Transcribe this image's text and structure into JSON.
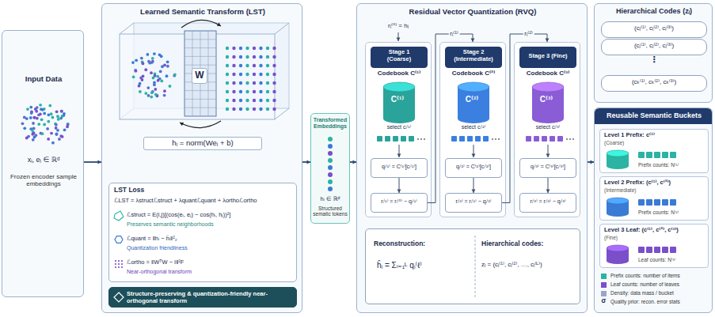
{
  "diagram": {
    "nodes": [
      {
        "text": [
          "Input Data",
          "xᵢ, eᵢ ∈ ℝᵈ",
          "Frozen encoder sample embeddings"
        ]
      },
      {
        "text": [
          "Learned Semantic Transform (LST)",
          "hᵢ = norm(Weᵢ + b)"
        ]
      },
      {
        "text": [
          "LST Loss",
          "ℒLST = λstructℒstruct + λquantℒquant + λorthoℒortho",
          "ℒstruct = E(i,j)[(cos(eᵢ, eⱼ) − cos(hᵢ, hⱼ))²]",
          "Preserves semantic neighborhoods",
          "ℒquant = ‖hᵢ − ĥᵢ‖²₂",
          "Quantization friendliness",
          "ℒortho = ‖WᵀW − I‖²F",
          "Near-orthogonal transform"
        ],
        "in": 1
      },
      {
        "text": [
          "Structure-preserving & quantization-friendly near-orthogonal transform"
        ],
        "in": 1
      },
      {
        "text": [
          "Transformed Embeddings",
          "hᵢ ∈ ℝᵈ",
          "Structured sematic tokens"
        ]
      },
      {
        "text": [
          "Residual Vector Quantization (RVQ)",
          "rᵢ⁽⁰⁾ = hᵢ"
        ]
      },
      {
        "text": [
          "Codebook C⁽¹⁾",
          "select cᵢ⁽¹⁾"
        ],
        "in": 5
      },
      {
        "text": [
          "Stage 1 (Coarse)"
        ],
        "in": 6
      },
      {
        "text": [
          "qᵢ⁽¹⁾ = C⁽¹⁾[cᵢ⁽¹⁾]"
        ],
        "in": 6
      },
      {
        "text": [
          "rᵢ⁽¹⁾ = rᵢ⁽⁰⁾ − qᵢ⁽¹⁾"
        ],
        "in": 6
      },
      {
        "text": [
          "Codebook C⁽²⁾",
          "select cᵢ⁽²⁾"
        ],
        "in": 5
      },
      {
        "text": [
          "Stage 2 (Intermediate)"
        ],
        "in": 10
      },
      {
        "text": [
          "qᵢ⁽²⁾ = C⁽²⁾[cᵢ⁽²⁾]"
        ],
        "in": 10
      },
      {
        "text": [
          "rᵢ⁽²⁾ = rᵢ⁽¹⁾ − qᵢ⁽²⁾"
        ],
        "in": 10
      },
      {
        "text": [
          "Codebook C⁽³⁾",
          "select cᵢ⁽³⁾"
        ],
        "in": 5
      },
      {
        "text": [
          "Stage 3 (Fine)"
        ],
        "in": 14
      },
      {
        "text": [
          "qᵢ⁽³⁾ = C⁽³⁾[cᵢ⁽³⁾]"
        ],
        "in": 14
      },
      {
        "text": [
          "rᵢ⁽³⁾ = rᵢ⁽²⁾ − qᵢ⁽³⁾"
        ],
        "in": 14
      },
      {
        "text": [
          "Reconstruction:",
          "ĥᵢ = Σₗ₌₁ᴸ qᵢ⁽ℓ⁾",
          "Hierarchical codes:",
          "zᵢ = (cᵢ⁽¹⁾, cᵢ⁽²⁾, …, cᵢ⁽ᴸ⁾)"
        ],
        "in": 5
      },
      {
        "text": [
          "Hierarchical Codes (zᵢ)",
          "⋮"
        ]
      },
      {
        "text": [
          "(cᵢ⁽¹⁾, cᵢ⁽²⁾, cᵢ⁽³⁾)"
        ],
        "in": 19
      },
      {
        "text": [
          "(cⱼ⁽¹⁾, cⱼ⁽²⁾, cⱼ⁽³⁾)"
        ],
        "in": 19
      },
      {
        "text": [
          "(cₖ⁽¹⁾, cₖ⁽²⁾, cₖ⁽³⁾)"
        ],
        "in": 19
      },
      {
        "text": [
          "Reusable Semantic Buckets"
        ]
      },
      {
        "text": [
          "Level 1 Prefix: c⁽¹⁾",
          "(Coarse)",
          "Prefix counts: N⁽¹⁾"
        ],
        "in": 23
      },
      {
        "text": [
          "Level 2 Prefix: (c⁽¹⁾, c⁽²⁾)",
          "(Intermediate)",
          "Prefix counts: N⁽²⁾"
        ],
        "in": 23
      },
      {
        "text": [
          "Level 3 Leaf: (c⁽¹⁾, c⁽²⁾, c⁽³⁾)",
          "(Fine)",
          "Leaf counts: N⁽³⁾"
        ],
        "in": 23
      }
    ],
    "edges": [
      {
        "from": 0,
        "to": 1,
        "arrow": "to"
      },
      {
        "from": 1,
        "to": 4,
        "arrow": "to"
      },
      {
        "from": 4,
        "to": 5,
        "arrow": "to"
      },
      {
        "from": 8,
        "to": 9,
        "arrow": "to"
      },
      {
        "from": 9,
        "to": 10,
        "arrow": "to",
        "label": "rᵢ⁽¹⁾"
      },
      {
        "from": 12,
        "to": 13,
        "arrow": "to"
      },
      {
        "from": 13,
        "to": 14,
        "arrow": "to",
        "label": "rᵢ⁽²⁾"
      },
      {
        "from": 16,
        "to": 17,
        "arrow": "to"
      },
      {
        "from": 5,
        "to": 23,
        "arrow": "to"
      }
    ],
    "labels": [
      "W",
      "C⁽¹⁾",
      "C⁽²⁾",
      "C⁽³⁾",
      "σ"
    ],
    "legend": [
      {
        "text": "Prefix counts: number of items",
        "color": "#2bb3a3"
      },
      {
        "text": "Leaf counts: number of leaves",
        "color": "#7a4fc9"
      },
      {
        "text": "Density: data mass / bucket",
        "color": "#9aa6c8"
      },
      {
        "text": "Quality prior: recon. error stats"
      }
    ]
  }
}
